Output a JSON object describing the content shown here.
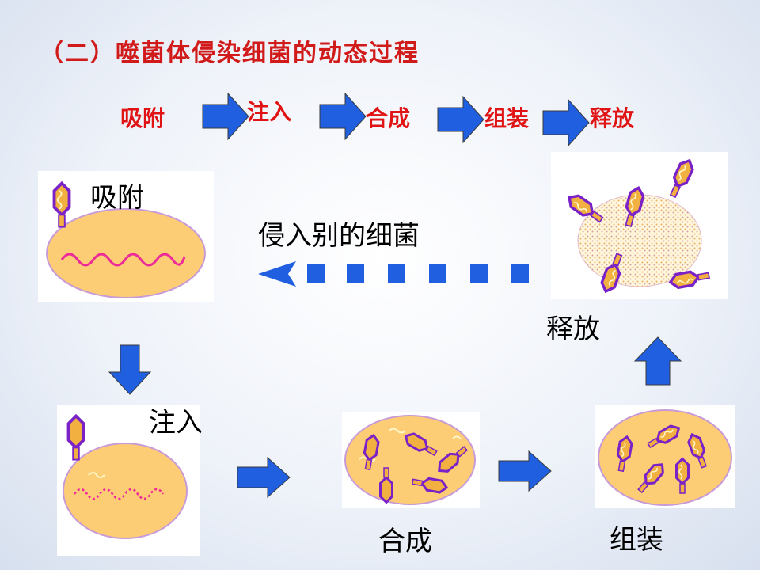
{
  "title": "（二）噬菌体侵染细菌的动态过程",
  "flow_steps": [
    "吸附",
    "注入",
    "合成",
    "组装",
    "释放"
  ],
  "stage_labels": {
    "adsorption": "吸附",
    "injection": "注入",
    "synthesis": "合成",
    "assembly": "组装",
    "release": "释放"
  },
  "reinfect_label": "侵入别的细菌",
  "colors": {
    "title": "#d11a1a",
    "step_text": "#e01414",
    "arrow_blue": "#1f5fe0",
    "cell_fill": "#fccd74",
    "cell_stroke": "#c89ad8",
    "phage_head": "#7a22c8",
    "dna_pink": "#ee2a9a"
  }
}
